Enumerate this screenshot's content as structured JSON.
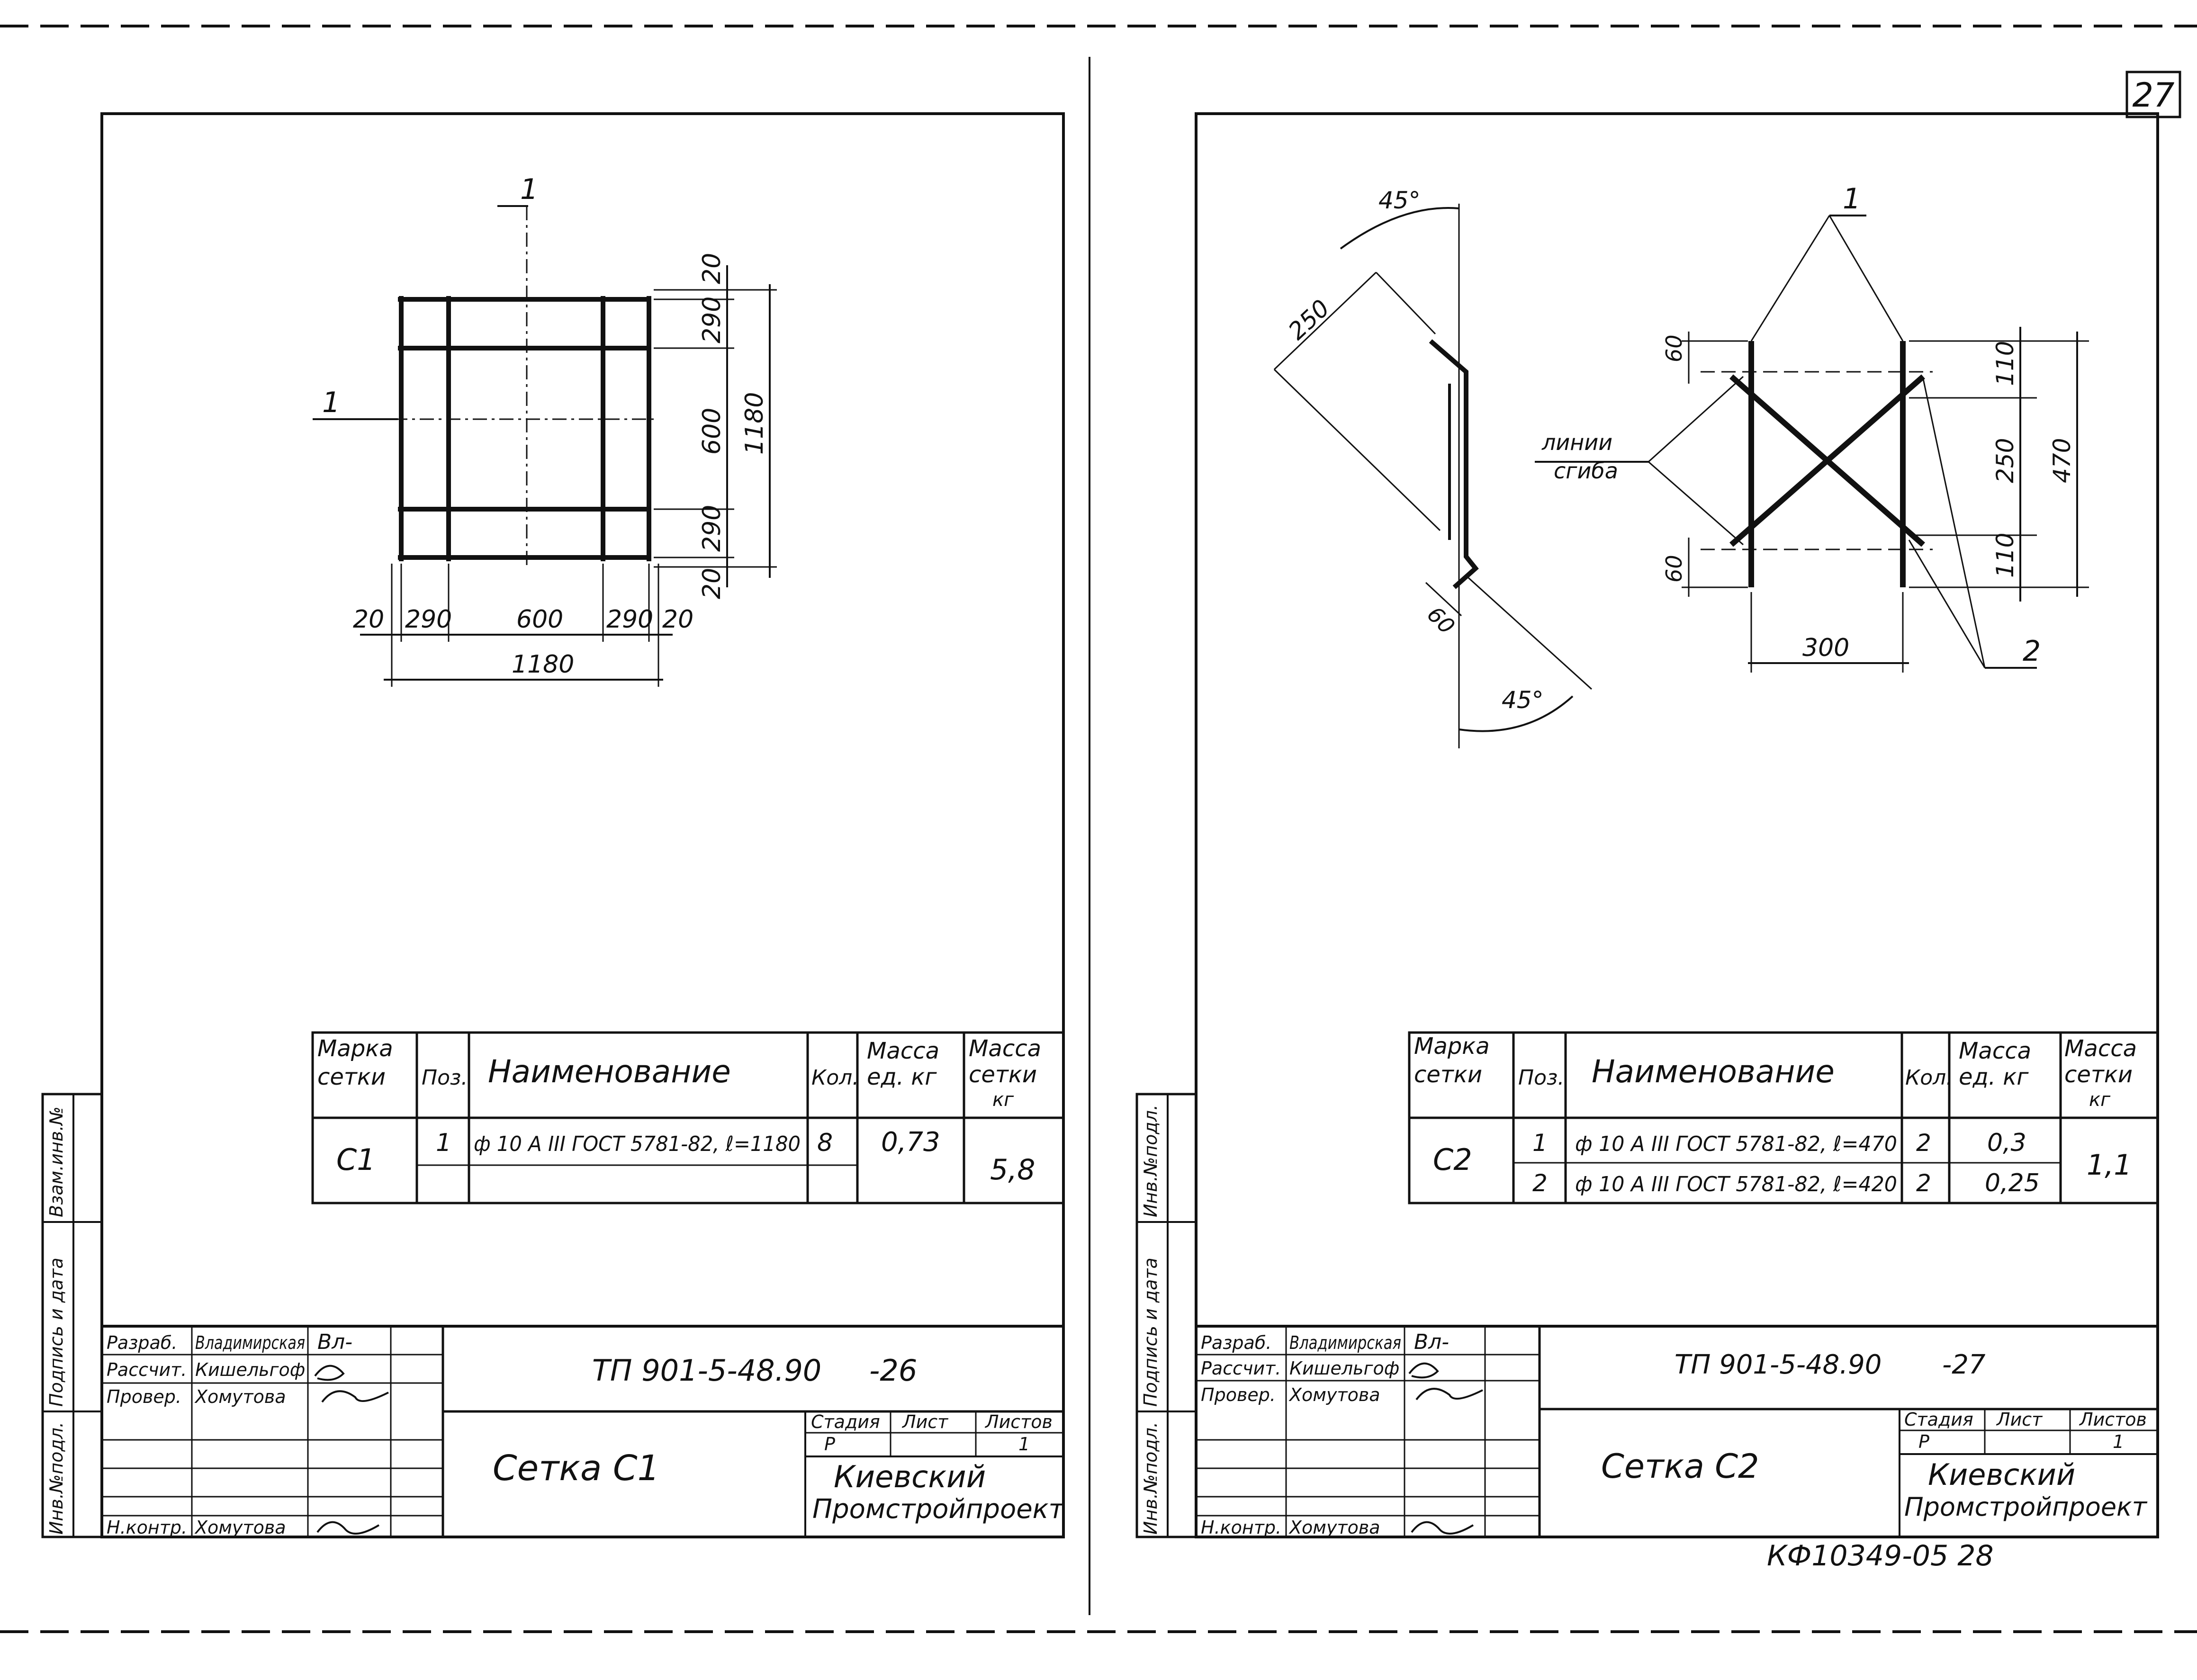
{
  "page_number": "27",
  "footer_code": "КФ10349-05 28",
  "sheet_left": {
    "item_label_top": "1",
    "item_label_left": "1",
    "dims_h": [
      "20",
      "290",
      "600",
      "290",
      "20",
      "1180"
    ],
    "dims_v": [
      "20",
      "290",
      "600",
      "290",
      "20",
      "1180"
    ],
    "spec": {
      "headers": {
        "mark": [
          "Марка",
          "сетки"
        ],
        "pos": "Поз.",
        "name": "Наименование",
        "qty": "Кол.",
        "unit_mass": [
          "Масса",
          "ед. кг"
        ],
        "mesh_mass": [
          "Масса",
          "сетки",
          "кг"
        ]
      },
      "mark": "С1",
      "rows": [
        {
          "pos": "1",
          "name": "ф 10 А III ГОСТ 5781-82, ℓ=1180",
          "qty": "8",
          "unit_mass": "0,73"
        }
      ],
      "total_mass": "5,8"
    },
    "title_block": {
      "doc_code": "ТП 901-5-48.90",
      "sheet_no": "-26",
      "title": "Сетка С1",
      "stage_hdr": "Стадия",
      "sheet_hdr": "Лист",
      "sheets_hdr": "Листов",
      "stage": "Р",
      "sheets": "1",
      "org": [
        "Киевский",
        "Промстройпроект"
      ],
      "roles": [
        {
          "role": "Разраб.",
          "name": "Владимирская",
          "sig": "Вл-"
        },
        {
          "role": "Рассчит.",
          "name": "Кишельгоф",
          "sig": ""
        },
        {
          "role": "Провер.",
          "name": "Хомутова",
          "sig": ""
        },
        {
          "role": "",
          "name": "",
          "sig": ""
        },
        {
          "role": "",
          "name": "",
          "sig": ""
        },
        {
          "role": "",
          "name": "",
          "sig": ""
        },
        {
          "role": "Н.контр.",
          "name": "Хомутова",
          "sig": ""
        }
      ],
      "side_labels": [
        "Инв.№подл.",
        "Подпись и дата",
        "Взам.инв.№"
      ]
    }
  },
  "sheet_right": {
    "angle_top": "45°",
    "angle_bottom": "45°",
    "dim_250": "250",
    "dim_60_detail": "60",
    "bend_label": [
      "линии",
      "сгиба"
    ],
    "item_1": "1",
    "item_2": "2",
    "dims_v": [
      "60",
      "60",
      "110",
      "250",
      "110",
      "470"
    ],
    "dim_300": "300",
    "spec": {
      "headers": {
        "mark": [
          "Марка",
          "сетки"
        ],
        "pos": "Поз.",
        "name": "Наименование",
        "qty": "Кол.",
        "unit_mass": [
          "Масса",
          "ед. кг"
        ],
        "mesh_mass": [
          "Масса",
          "сетки",
          "кг"
        ]
      },
      "mark": "С2",
      "rows": [
        {
          "pos": "1",
          "name": "ф 10 А III ГОСТ 5781-82, ℓ=470",
          "qty": "2",
          "unit_mass": "0,3"
        },
        {
          "pos": "2",
          "name": "ф 10 А III ГОСТ 5781-82, ℓ=420",
          "qty": "2",
          "unit_mass": "0,25"
        }
      ],
      "total_mass": "1,1"
    },
    "title_block": {
      "doc_code": "ТП 901-5-48.90",
      "sheet_no": "-27",
      "title": "Сетка С2",
      "stage_hdr": "Стадия",
      "sheet_hdr": "Лист",
      "sheets_hdr": "Листов",
      "stage": "Р",
      "sheets": "1",
      "org": [
        "Киевский",
        "Промстройпроект"
      ],
      "roles": [
        {
          "role": "Разраб.",
          "name": "Владимирская",
          "sig": "Вл-"
        },
        {
          "role": "Рассчит.",
          "name": "Кишельгоф",
          "sig": ""
        },
        {
          "role": "Провер.",
          "name": "Хомутова",
          "sig": ""
        },
        {
          "role": "",
          "name": "",
          "sig": ""
        },
        {
          "role": "",
          "name": "",
          "sig": ""
        },
        {
          "role": "",
          "name": "",
          "sig": ""
        },
        {
          "role": "Н.контр.",
          "name": "Хомутова",
          "sig": ""
        }
      ],
      "side_labels": [
        "Инв.№подл.",
        "Подпись и дата",
        "Инв.№подл."
      ]
    }
  }
}
